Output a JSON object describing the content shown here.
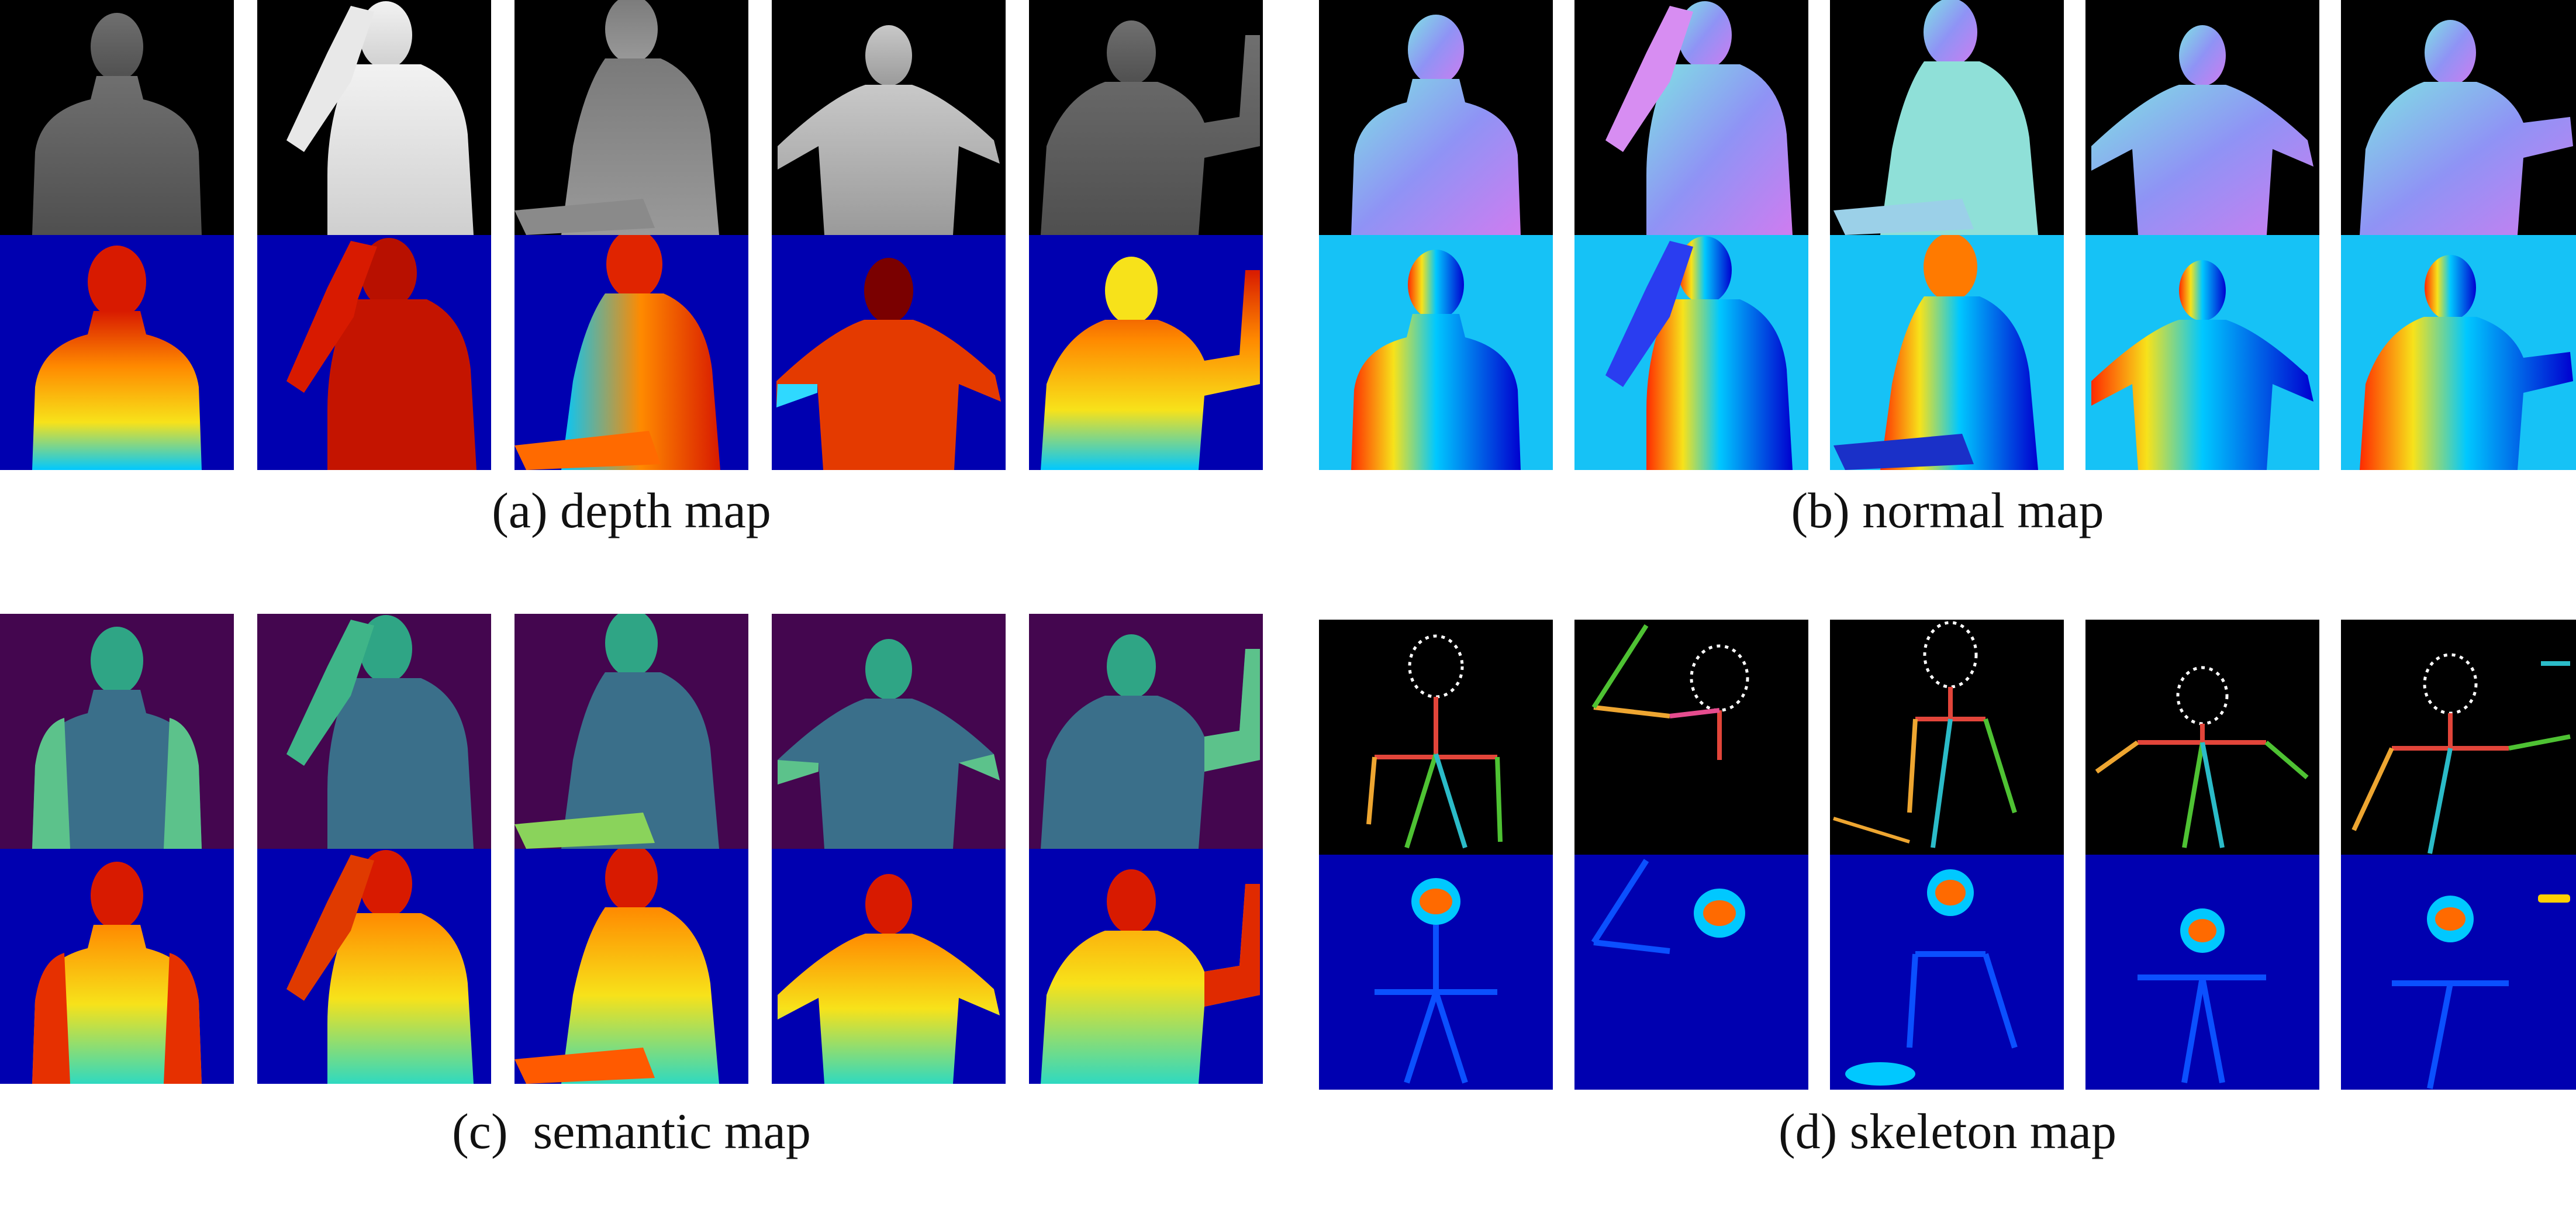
{
  "panels": [
    {
      "key": "depth",
      "caption": "(a) depth map"
    },
    {
      "key": "normal",
      "caption": "(b) normal map"
    },
    {
      "key": "semantic",
      "caption": "(c)  semantic map"
    },
    {
      "key": "skeleton",
      "caption": "(d) skeleton map"
    }
  ],
  "colors": {
    "black": "#000000",
    "jet_blue": "#0000b0",
    "cyan_bg": "#16c2f6",
    "semantic_bg": "#44064f",
    "jet_red": "#d81a00",
    "jet_orange": "#ff8a00",
    "jet_yellow": "#f7e21a",
    "jet_cyan": "#00c8ff",
    "normal_body": "#8f93f5",
    "normal_body_pink": "#cf7cf0",
    "skeleton_lines": [
      "#e2453a",
      "#eea631",
      "#4ec233",
      "#2bbbc8",
      "#e54c8e",
      "#ffffff"
    ]
  }
}
